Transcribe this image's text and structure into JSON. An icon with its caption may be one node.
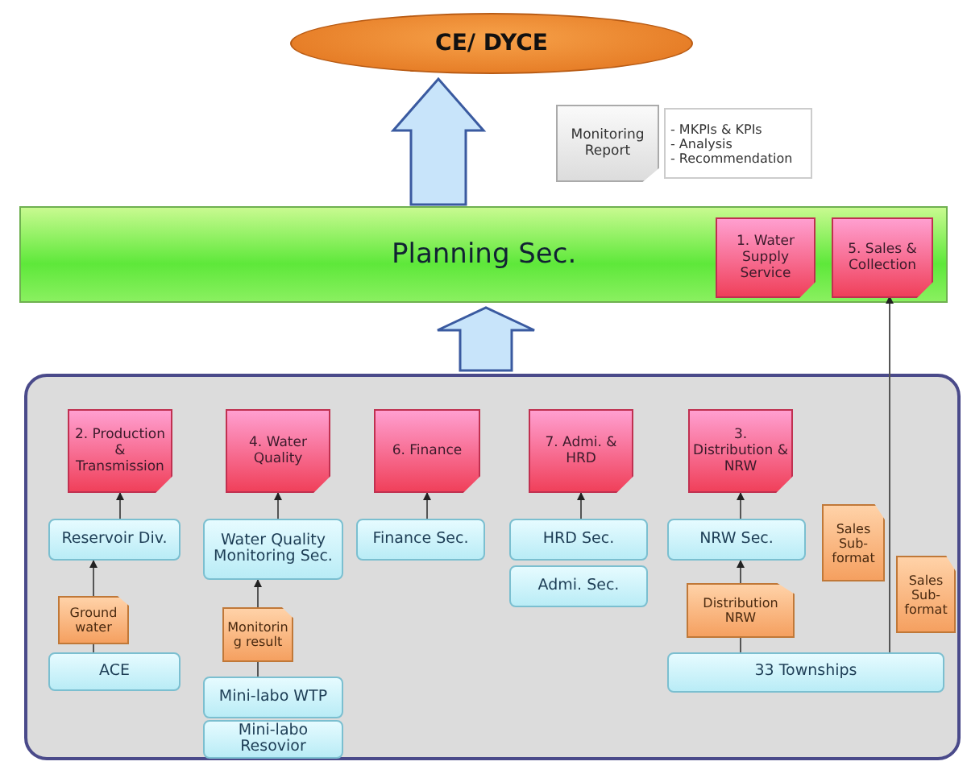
{
  "diagram": {
    "nodes": [
      {
        "text": [
          "CE/ DYCE"
        ]
      },
      {
        "text": [
          "Monitoring Report"
        ]
      },
      {
        "text": [
          "- MKPIs & KPIs",
          "- Analysis",
          "- Recommendation"
        ]
      },
      {
        "text": [
          "Planning Sec."
        ]
      },
      {
        "text": [
          "1. Water Supply Service"
        ],
        "in": 3
      },
      {
        "text": [
          "5. Sales & Collection"
        ],
        "in": 3
      },
      {
        "text": [],
        "shape": "box"
      },
      {
        "text": [
          "2. Production & Transmission"
        ],
        "in": 6
      },
      {
        "text": [
          "4. Water Quality"
        ],
        "in": 6
      },
      {
        "text": [
          "6. Finance"
        ],
        "in": 6
      },
      {
        "text": [
          "7. Admi. & HRD"
        ],
        "in": 6
      },
      {
        "text": [
          "3. Distribution & NRW"
        ],
        "in": 6
      },
      {
        "text": [
          "Reservoir Div."
        ],
        "in": 6
      },
      {
        "text": [
          "Water Quality Monitoring Sec."
        ],
        "in": 6
      },
      {
        "text": [
          "Finance Sec."
        ],
        "in": 6
      },
      {
        "text": [
          "HRD Sec."
        ],
        "in": 6
      },
      {
        "text": [
          "NRW Sec."
        ],
        "in": 6
      },
      {
        "text": [
          "Admi. Sec."
        ],
        "in": 6
      },
      {
        "text": [
          "Ground water"
        ],
        "in": 6
      },
      {
        "text": [
          "Monitoring result"
        ],
        "in": 6
      },
      {
        "text": [
          "Sales Sub-format"
        ],
        "in": 6
      },
      {
        "text": [
          "Sales Sub-format"
        ],
        "in": 6
      },
      {
        "text": [
          "Distribution NRW"
        ],
        "in": 6
      },
      {
        "text": [
          "ACE"
        ],
        "in": 6
      },
      {
        "text": [
          "Mini-labo WTP"
        ],
        "in": 6
      },
      {
        "text": [
          "Mini-labo Resovior"
        ],
        "in": 6
      },
      {
        "text": [
          "33 Townships"
        ],
        "in": 6
      }
    ],
    "edges": [
      {
        "from": 3,
        "to": 0,
        "arrow": "to",
        "style": "thick"
      },
      {
        "from": 6,
        "to": 3,
        "arrow": "to",
        "style": "thick"
      },
      {
        "from": 12,
        "to": 7,
        "arrow": "to"
      },
      {
        "from": 13,
        "to": 8,
        "arrow": "to"
      },
      {
        "from": 14,
        "to": 9,
        "arrow": "to"
      },
      {
        "from": 15,
        "to": 10,
        "arrow": "to"
      },
      {
        "from": 16,
        "to": 11,
        "arrow": "to"
      },
      {
        "from": 23,
        "to": 18,
        "arrow": "none"
      },
      {
        "from": 18,
        "to": 12,
        "arrow": "to"
      },
      {
        "from": 24,
        "to": 19,
        "arrow": "none"
      },
      {
        "from": 19,
        "to": 13,
        "arrow": "to"
      },
      {
        "from": 26,
        "to": 22,
        "arrow": "none"
      },
      {
        "from": 22,
        "to": 16,
        "arrow": "to"
      },
      {
        "from": 26,
        "to": 5,
        "arrow": "to"
      }
    ]
  }
}
